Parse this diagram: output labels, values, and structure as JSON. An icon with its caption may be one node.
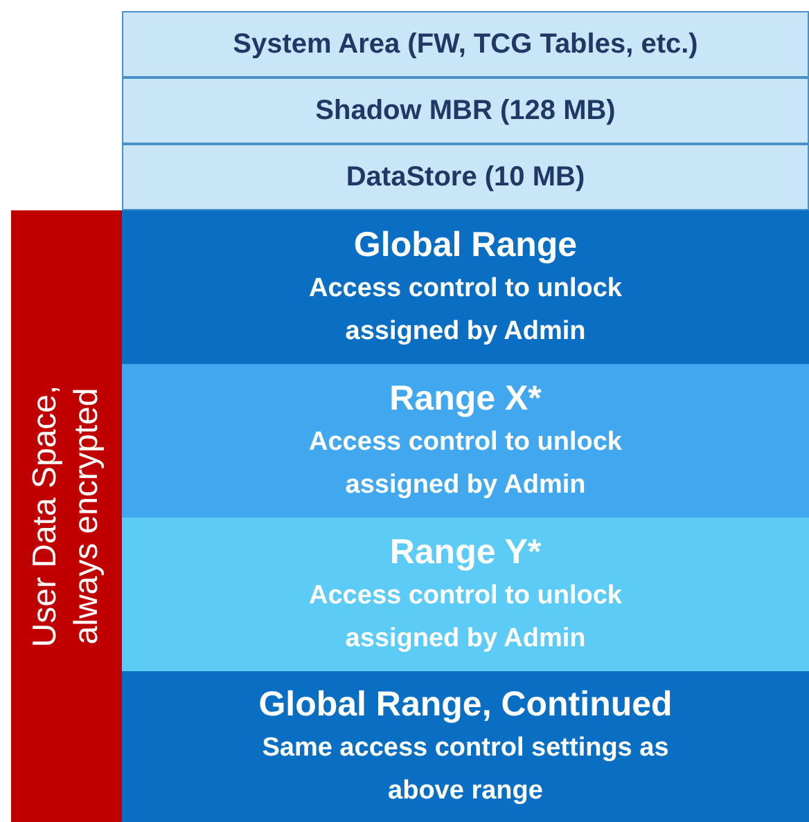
{
  "diagram": {
    "nodes": [
      {
        "text": [
          "System Area (FW, TCG Tables, etc.)"
        ]
      },
      {
        "text": [
          "Shadow MBR (128 MB)"
        ]
      },
      {
        "text": [
          "DataStore (10 MB)"
        ]
      },
      {
        "text": [
          "Global Range",
          "Access control to unlock assigned by Admin"
        ]
      },
      {
        "text": [
          "Range X*",
          "Access control to unlock assigned by Admin"
        ]
      },
      {
        "text": [
          "Range Y*",
          "Access control to unlock assigned by Admin"
        ]
      },
      {
        "text": [
          "Global Range, Continued",
          "Same access control settings as above range"
        ]
      },
      {
        "text": [
          "User Data Space, always encrypted"
        ]
      }
    ]
  }
}
